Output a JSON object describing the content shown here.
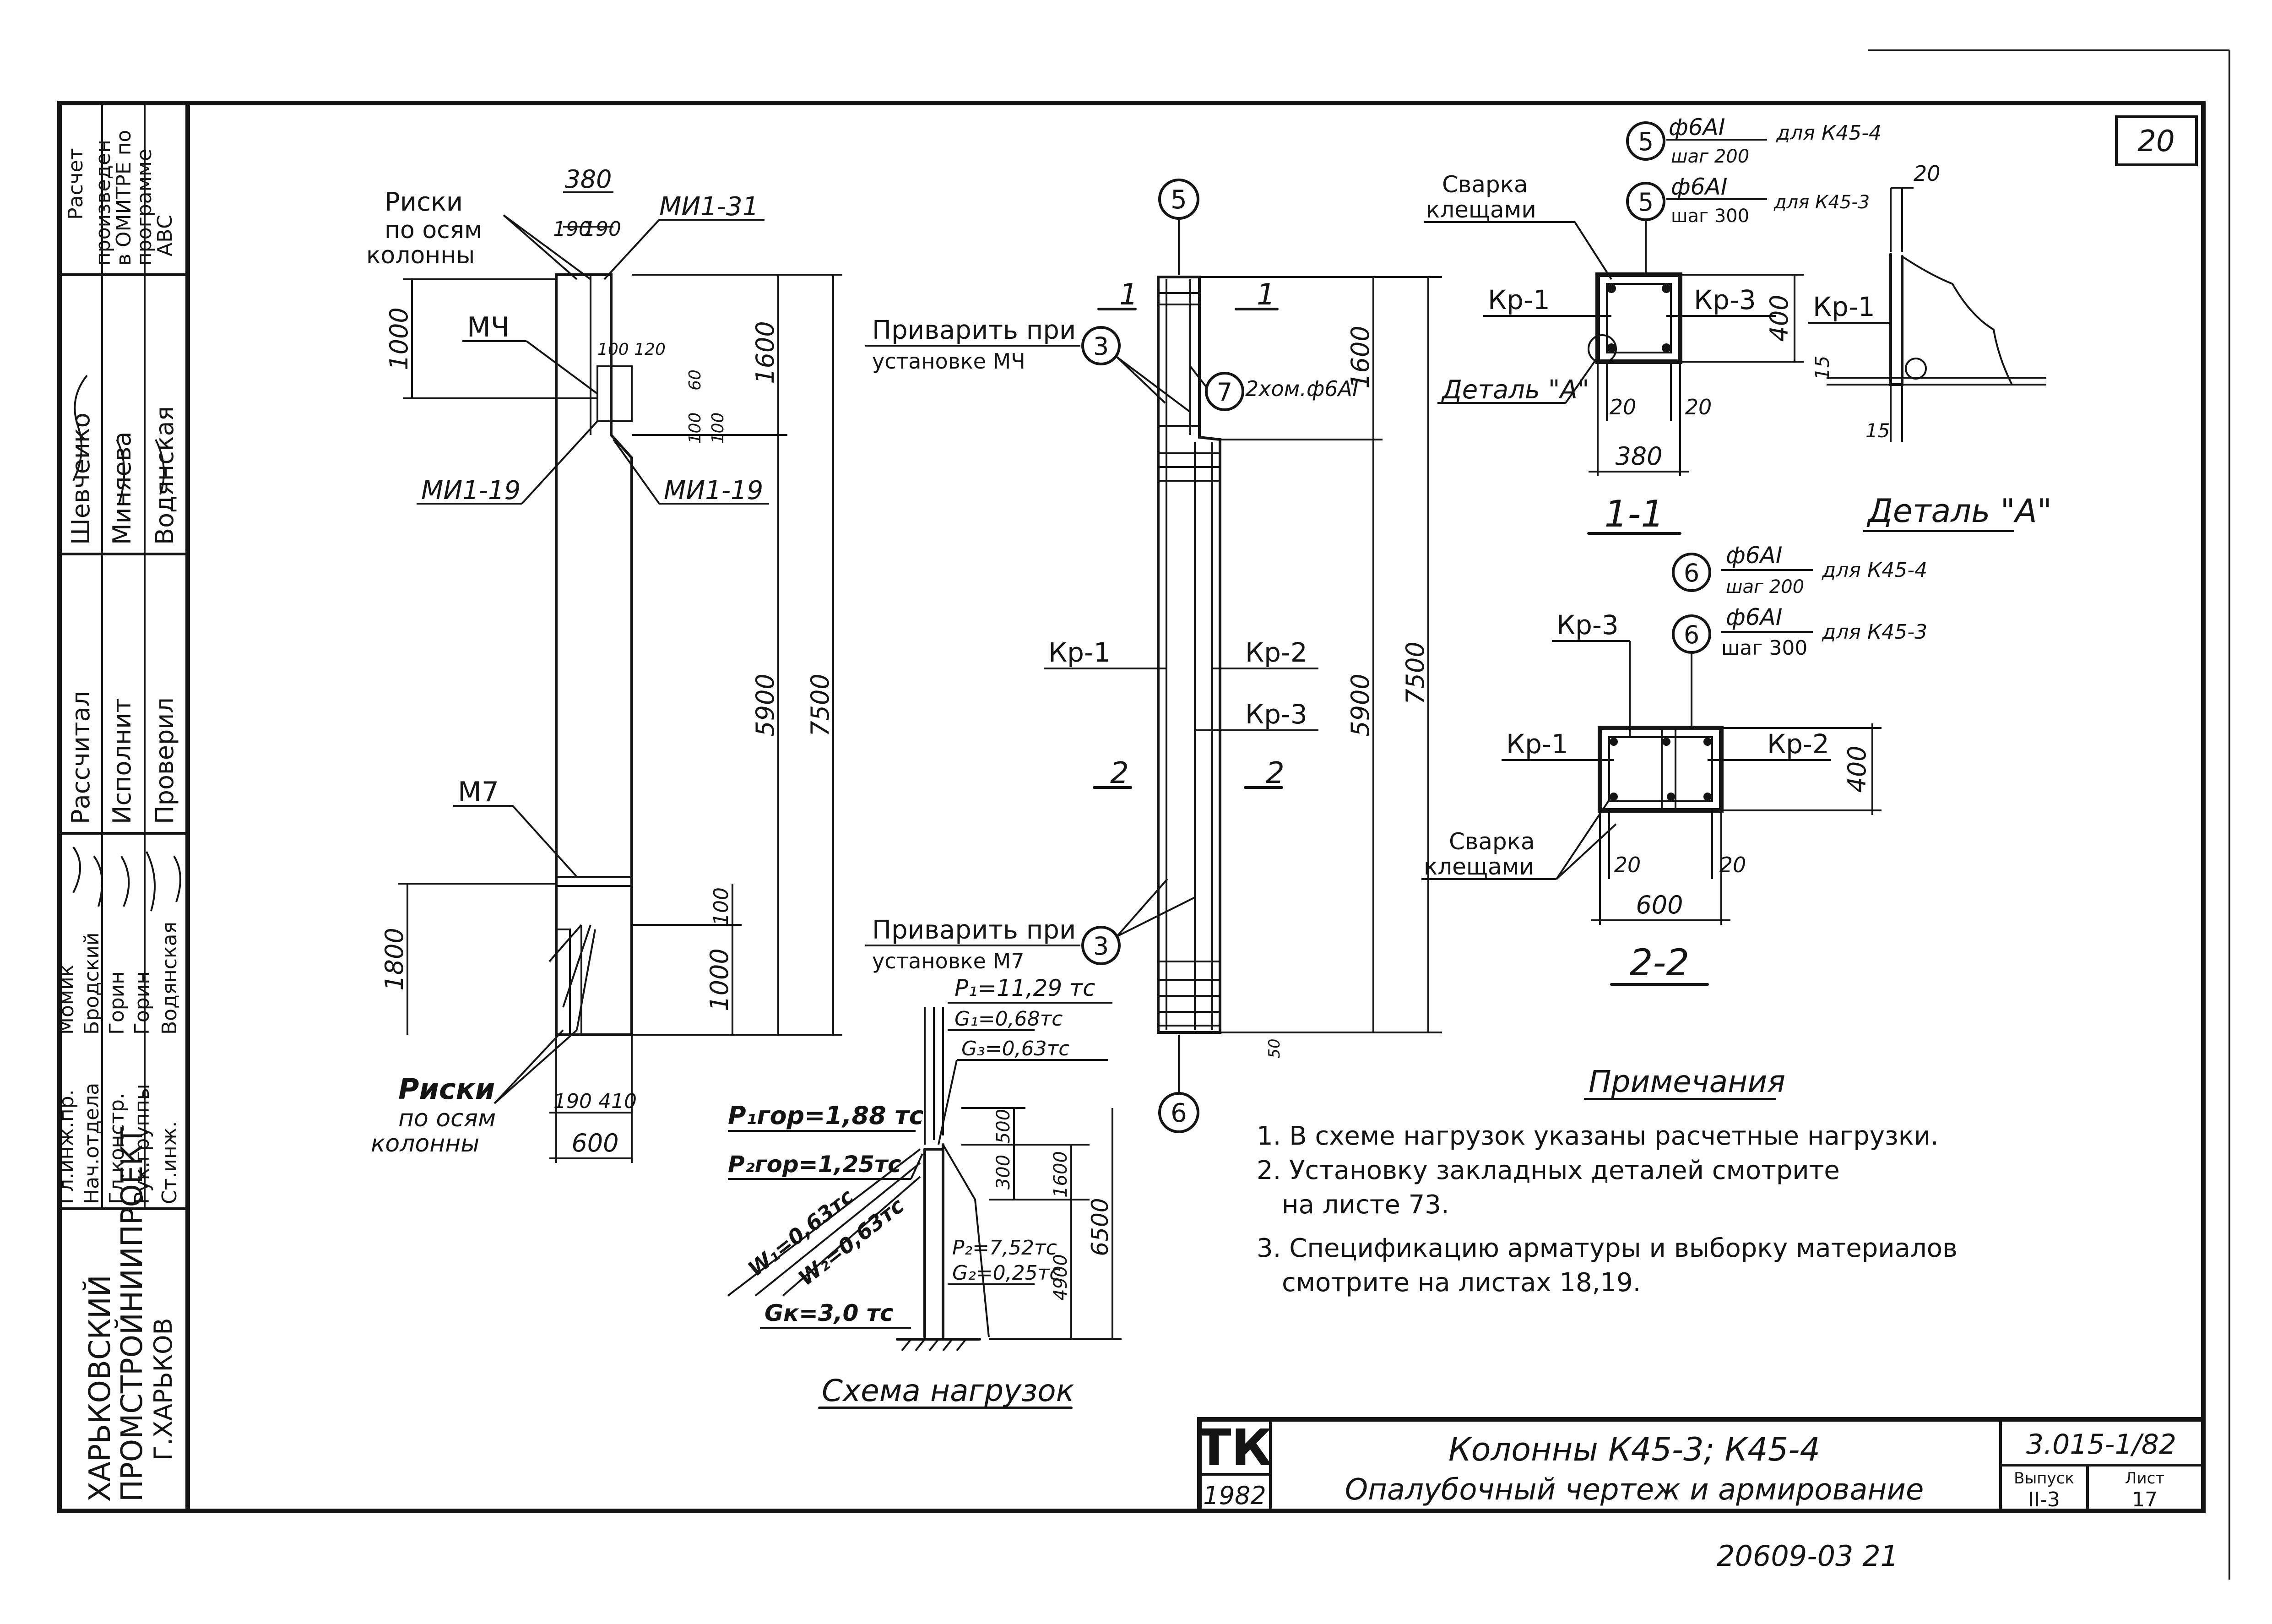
{
  "sheet": {
    "number": "20",
    "code": "3.015-1/82",
    "issue_label": "Выпуск",
    "issue": "II-3",
    "sheet_label": "Лист",
    "sheet_no": "17",
    "archive_no": "20609-03 21",
    "stamp_mark": "ТК",
    "year": "1982",
    "title_line1": "Колонны К45-3; К45-4",
    "title_line2": "Опалубочный чертеж и армирование"
  },
  "left_strip": {
    "calc_note": [
      "Расчет",
      "произведен",
      "в ОМИТРЕ по",
      "программе",
      "АВС"
    ],
    "roles_a": [
      "Рассчитал",
      "Исполнит",
      "Проверил"
    ],
    "names_a": [
      "Шевчеико",
      "Миняева",
      "Водянская"
    ],
    "roles_b": [
      "Гл.инж.пр.",
      "Нач.отдела",
      "Гл.констр.",
      "Рук.группы",
      "Ст.инж."
    ],
    "names_b": [
      "Момик",
      "Бродский",
      "Горин",
      "Горин",
      "Водянская"
    ],
    "org": [
      "ХАРЬКОВСКИЙ",
      "ПРОМСТРОЙНИИПРОЕКТ",
      "Г.ХАРЬКОВ"
    ]
  },
  "elevation": {
    "risk_top": [
      "Риски",
      "по осям",
      "колонны"
    ],
    "risk_bottom": [
      "Риски",
      "по осям",
      "колонны"
    ],
    "mark_mch": "МЧ",
    "mark_m7": "М7",
    "mi1_31": "МИ1-31",
    "mi1_19_left": "МИ1-19",
    "mi1_19_right": "МИ1-19",
    "dim_380": "380",
    "dim_190a": "190",
    "dim_190b": "190",
    "dim_100_120": "100 120",
    "dim_1000_top": "1000",
    "dim_1600": "1600",
    "dim_5900": "5900",
    "dim_7500": "7500",
    "dim_60": "60",
    "dim_100a": "100",
    "dim_100b": "100",
    "dim_1800": "1800",
    "dim_100c": "100",
    "dim_1000_bot": "1000",
    "dim_190_410": "190 410",
    "dim_600": "600"
  },
  "reinf": {
    "axis_top": "5",
    "axis_bottom": "6",
    "sec1_left": "1",
    "sec1_right": "1",
    "sec2_left": "2",
    "sec2_right": "2",
    "weld_mch": [
      "Приварить при",
      "установке МЧ"
    ],
    "weld_m7": [
      "Приварить при",
      "установке М7"
    ],
    "pos3a": "3",
    "pos3b": "3",
    "pos7": "7",
    "clamp": "2хом.ф6АI",
    "kr1": "Кр-1",
    "kr2": "Кр-2",
    "kr3": "Кр-3",
    "dim_1600": "1600",
    "dim_5900": "5900",
    "dim_7500": "7500",
    "dim_50": "50"
  },
  "section11": {
    "pos5a": "5",
    "pos5b": "5",
    "bar_a": "ф6АI",
    "step_a": "шаг 200",
    "for_a": "для К45-4",
    "bar_b": "ф6АI",
    "step_b": "шаг 300",
    "for_b": "для К45-3",
    "weld": [
      "Сварка",
      "клещами"
    ],
    "kr1": "Кр-1",
    "kr3": "Кр-3",
    "detail_ref": "Деталь \"А\"",
    "dim_400": "400",
    "dim_20a": "20",
    "dim_20b": "20",
    "dim_380": "380",
    "title": "1-1"
  },
  "detailA": {
    "dim_20": "20",
    "kr1": "Кр-1",
    "dim_15a": "15",
    "dim_15b": "15",
    "title": "Деталь \"А\""
  },
  "section22": {
    "pos6a": "6",
    "pos6b": "6",
    "bar_a": "ф6АI",
    "step_a": "шаг 200",
    "for_a": "для К45-4",
    "bar_b": "ф6АI",
    "step_b": "шаг 300",
    "for_b": "для К45-3",
    "kr3": "Кр-3",
    "kr1": "Кр-1",
    "kr2": "Кр-2",
    "weld": [
      "Сварка",
      "клещами"
    ],
    "dim_400": "400",
    "dim_20a": "20",
    "dim_20b": "20",
    "dim_600": "600",
    "title": "2-2"
  },
  "loads": {
    "title": "Схема нагрузок",
    "p1": "P₁=11,29 тс",
    "g1": "G₁=0,68тс",
    "g3": "G₃=0,63тс",
    "p1x": "P₁гор=1,88 тс",
    "p2x": "P₂гор=1,25тс",
    "w1": "W₁=0,63тс",
    "w2": "W₂=0,63тс",
    "p2": "P₂=7,52тс",
    "g2": "G₂=0,25тс",
    "gk": "Gк=3,0 тс",
    "d500": "500",
    "d300": "300",
    "d1600": "1600",
    "d4900": "4900",
    "d6500": "6500"
  },
  "notes": {
    "title": "Примечания",
    "lines": [
      "1. В схеме нагрузок указаны расчетные нагрузки.",
      "2. Установку закладных деталей смотрите",
      "на листе 73.",
      "3. Спецификацию арматуры и выборку материалов",
      "смотрите на листах 18,19."
    ]
  }
}
